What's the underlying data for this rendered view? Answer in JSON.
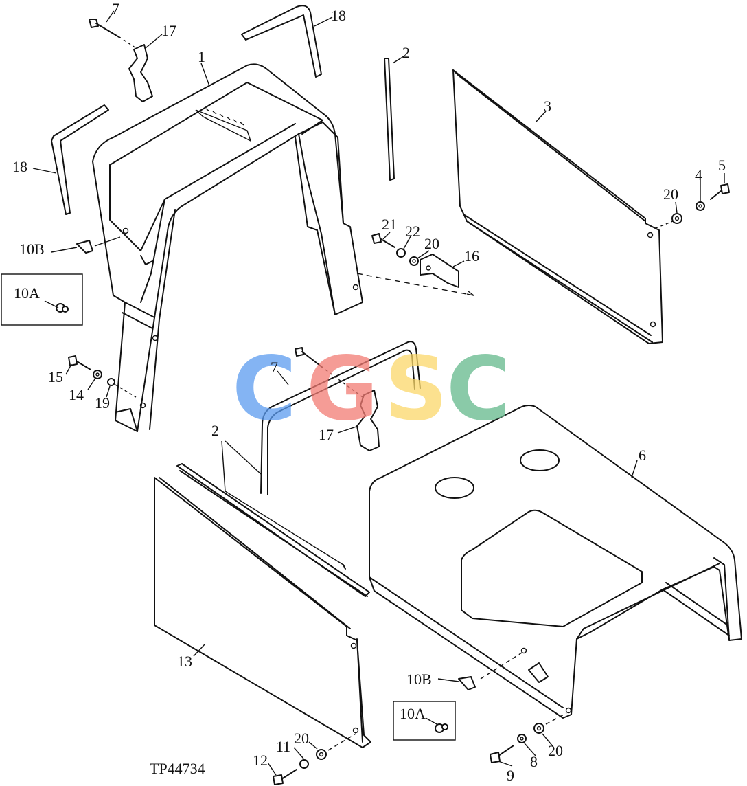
{
  "watermark": {
    "letters": [
      {
        "char": "C",
        "color": "#5b9cf0"
      },
      {
        "char": "G",
        "color": "#f27b73"
      },
      {
        "char": "S",
        "color": "#fbd86a"
      },
      {
        "char": "C",
        "color": "#63b98c"
      }
    ]
  },
  "figure_code": "TP44734",
  "callouts": {
    "c7_top": "7",
    "c17_top": "17",
    "c18_top": "18",
    "c1": "1",
    "c2_top": "2",
    "c3": "3",
    "c18_left": "18",
    "c10b_top": "10B",
    "c10a_top": "10A",
    "c21": "21",
    "c22": "22",
    "c20_mid": "20",
    "c16": "16",
    "c20_right": "20",
    "c4": "4",
    "c5": "5",
    "c15": "15",
    "c14": "14",
    "c19": "19",
    "c7_mid": "7",
    "c17_mid": "17",
    "c2_mid": "2",
    "c6": "6",
    "c13": "13",
    "c10b_bot": "10B",
    "c10a_bot": "10A",
    "c12": "12",
    "c11": "11",
    "c20_bot": "20",
    "c9": "9",
    "c8": "8",
    "c20_br": "20"
  }
}
